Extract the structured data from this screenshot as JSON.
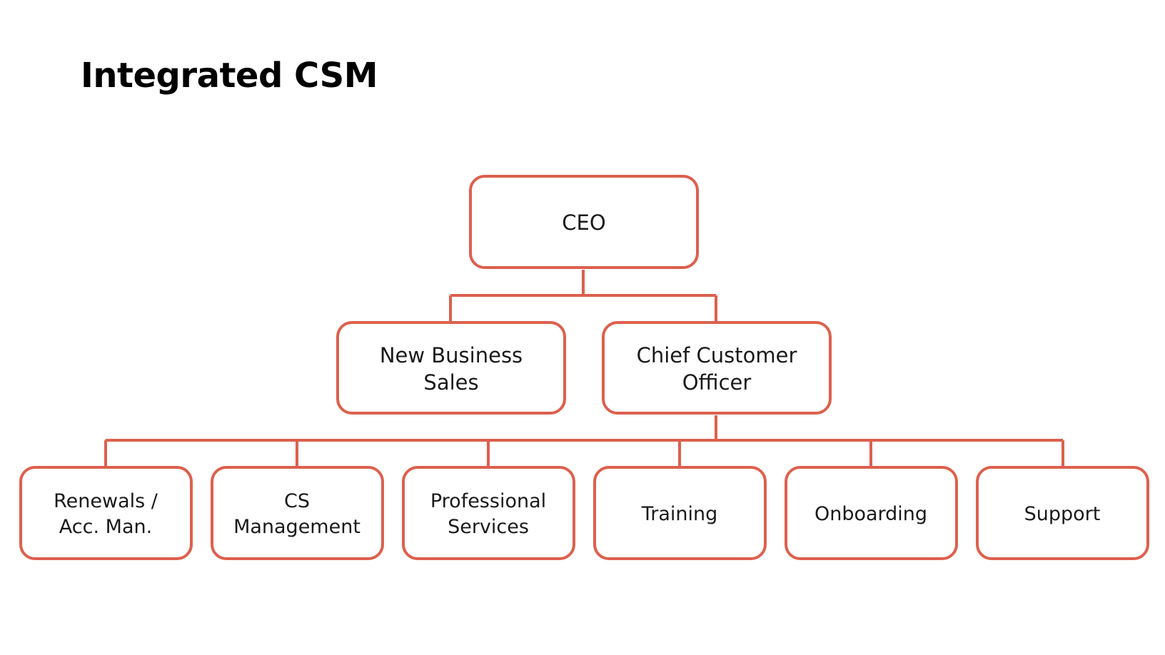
{
  "title": "Integrated CSM",
  "colors": {
    "accent": "#dd604d",
    "text": "#1a1a1a",
    "background": "#ffffff"
  },
  "org_chart": {
    "ceo": {
      "lines": [
        "CEO"
      ]
    },
    "new_business_sales": {
      "lines": [
        "New Business",
        "Sales"
      ]
    },
    "chief_customer_officer": {
      "lines": [
        "Chief Customer",
        "Officer"
      ]
    },
    "renewals": {
      "lines": [
        "Renewals /",
        "Acc. Man."
      ]
    },
    "cs_management": {
      "lines": [
        "CS",
        "Management"
      ]
    },
    "professional_services": {
      "lines": [
        "Professional",
        "Services"
      ]
    },
    "training": {
      "lines": [
        "Training"
      ]
    },
    "onboarding": {
      "lines": [
        "Onboarding"
      ]
    },
    "support": {
      "lines": [
        "Support"
      ]
    }
  }
}
